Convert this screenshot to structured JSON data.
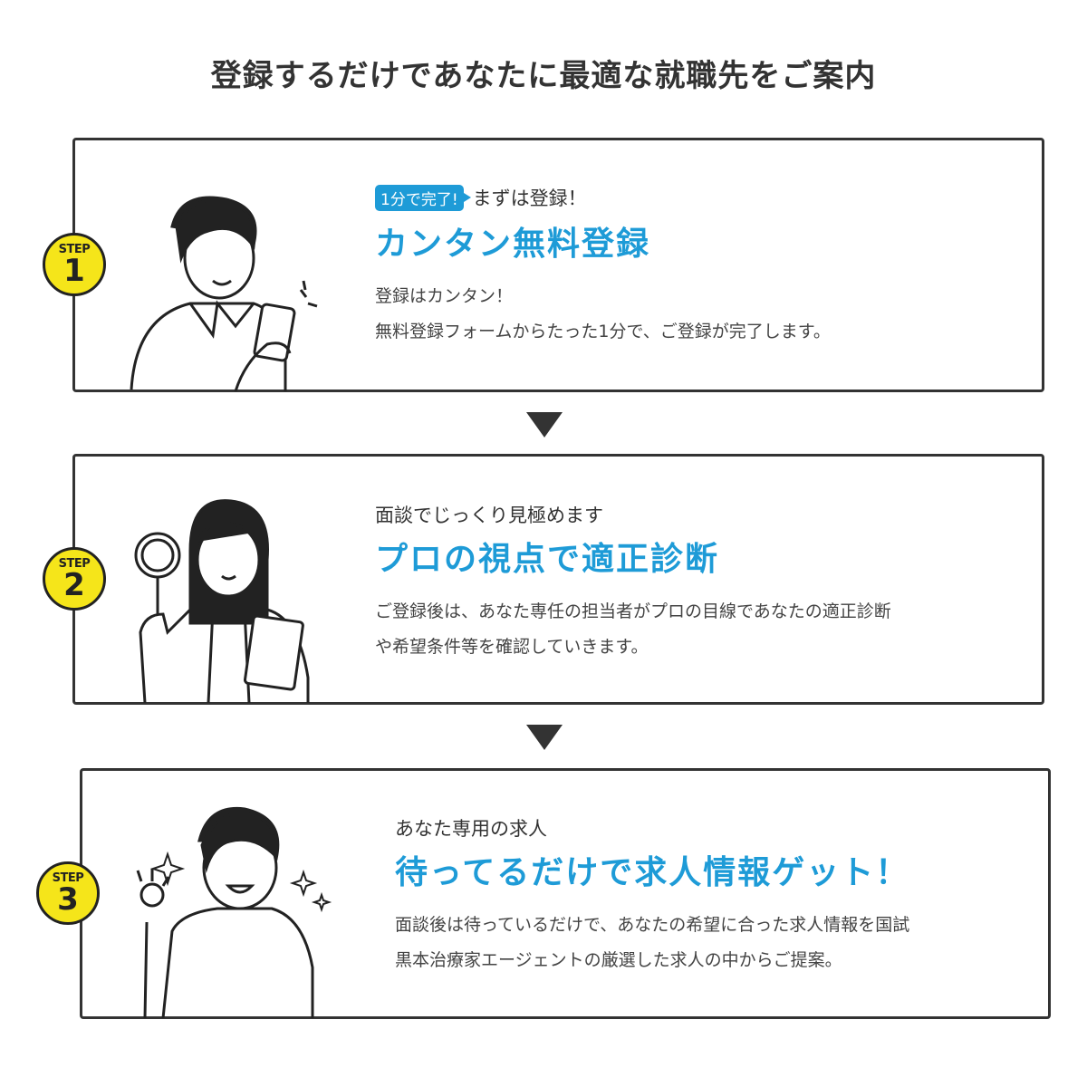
{
  "title": "登録するだけであなたに最適な就職先をご案内",
  "steps": [
    {
      "badge_label": "STEP",
      "number": "1",
      "tag": "1分で完了!",
      "lead": "まずは登録！",
      "heading": "カンタン無料登録",
      "desc": [
        "登録はカンタン！",
        "無料登録フォームからたった1分で、ご登録が完了します。"
      ]
    },
    {
      "badge_label": "STEP",
      "number": "2",
      "lead": "面談でじっくり見極めます",
      "heading": "プロの視点で適正診断",
      "desc": [
        "ご登録後は、あなた専任の担当者がプロの目線であなたの適正診断",
        "や希望条件等を確認していきます。"
      ]
    },
    {
      "badge_label": "STEP",
      "number": "3",
      "lead": "あなた専用の求人",
      "heading": "待ってるだけで求人情報ゲット！",
      "desc": [
        "面談後は待っているだけで、あなたの希望に合った求人情報を国試",
        "黒本治療家エージェントの厳選した求人の中からご提案。"
      ]
    }
  ],
  "colors": {
    "accent": "#1e9bd7",
    "badge": "#f5e51a"
  }
}
